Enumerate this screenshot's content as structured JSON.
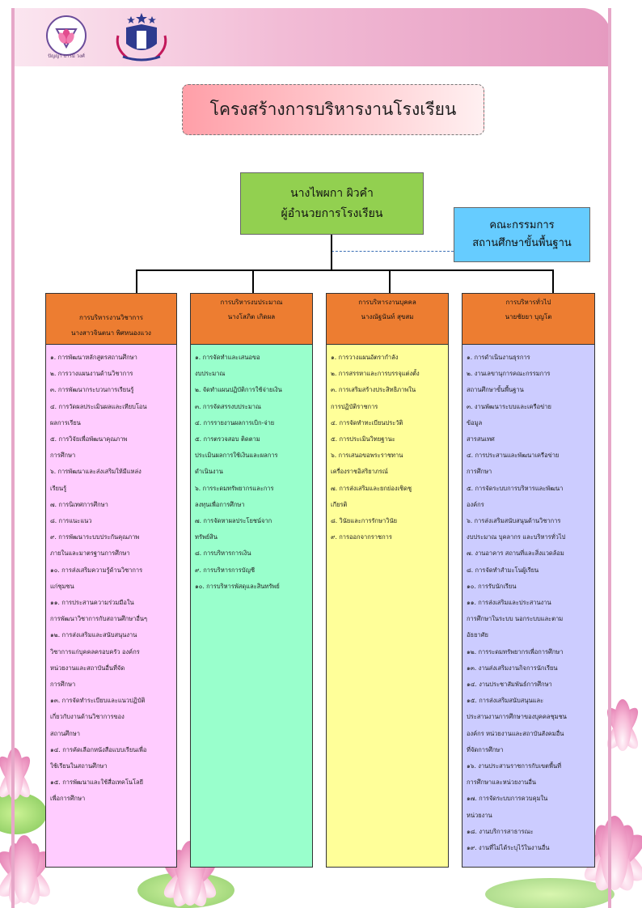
{
  "header": {
    "logo1_caption": "ปัญญา บารมี วงศ์"
  },
  "title": "โครงสร้างการบริหารงานโรงเรียน",
  "director": {
    "name": "นางไพผกา  ผิวคำ",
    "position": "ผู้อำนวยการโรงเรียน"
  },
  "board": {
    "line1": "คณะกรรมการ",
    "line2": "สถานศึกษาขั้นพื้นฐาน"
  },
  "columns": [
    {
      "heading": "การบริหารงานวิชาการ",
      "head": "นางสาวจินตนา พิศหนองแวง",
      "items": [
        "๑. การพัฒนาหลักสูตรสถานศึกษา",
        "๒. การวางแผนงานด้านวิชาการ",
        "๓. การพัฒนากระบวนการเรียนรู้",
        "๔. การวัดผลประเมินผลและเทียบโอน",
        "ผลการเรียน",
        "๕. การวิจัยเพื่อพัฒนาคุณภาพ",
        "การศึกษา",
        "๖. การพัฒนาและส่งเสริมให้มีแหล่ง",
        "เรียนรู้",
        "๗. การนิเทศการศึกษา",
        "๘. การแนะแนว",
        "๙. การพัฒนาระบบประกันคุณภาพ",
        "ภายในและมาตรฐานการศึกษา",
        "๑๐. การส่งเสริมความรู้ด้านวิชาการ",
        "แก่ชุมชน",
        "๑๑. การประสานความร่วมมือใน",
        "การพัฒนาวิชาการกับสถานศึกษาอื่นๆ",
        "๑๒. การส่งเสริมและสนับสนุนงาน",
        "วิชาการแก่บุคคลครอบครัว องค์กร",
        "หน่วยงานและสถาบันอื่นที่จัด",
        "การศึกษา",
        "๑๓. การจัดทำระเบียบและแนวปฏิบัติ",
        "เกี่ยวกับงานด้านวิชาการของ",
        "สถานศึกษา",
        "๑๔. การคัดเลือกหนังสือแบบเรียนเพื่อ",
        "ใช้เรียนในสถานศึกษา",
        "๑๕. การพัฒนาและใช้สื่อเทคโนโลยี",
        "เพื่อการศึกษา"
      ]
    },
    {
      "heading": "การบริหารงบประมาณ",
      "head": "นางโสภิต เกิดผล",
      "items": [
        "๑. การจัดทำและเสนอขอ",
        "งบประมาณ",
        "๒. จัดทำแผนปฏิบัติการใช้จ่ายเงิน",
        "๓. การจัดสรรงบประมาณ",
        "๔. การรายงานผลการเบิก-จ่าย",
        "๕. การตรวจสอบ ติดตาม",
        "ประเมินผลการใช้เงินและผลการ",
        "ดำเนินงาน",
        "๖. การระดมทรัพยากรและการ",
        "ลงทุนเพื่อการศึกษา",
        "๗. การจัดหาผลประโยชน์จาก",
        "ทรัพย์สิน",
        "๘. การบริหารการเงิน",
        "๙. การบริหารการบัญชี",
        "๑๐. การบริหารพัสดุและสินทรัพย์"
      ]
    },
    {
      "heading": "การบริหารงานบุคคล",
      "head": "นางณัฐนันท์ สุขสม",
      "items": [
        "๑. การวางแผนอัตรากำลัง",
        "๒. การสรรหาและการบรรจุแต่งตั้ง",
        "๓. การเสริมสร้างประสิทธิภาพใน",
        "การปฏิบัติราชการ",
        "๔. การจัดทำทะเบียนประวัติ",
        "๕. การประเมินวิทยฐานะ",
        "๖. การเสนอขอพระราชทาน",
        "เครื่องราชอิสริยาภรณ์",
        "๗. การส่งเสริมและยกย่องเชิดชู",
        "เกียรติ",
        "๘. วินัยและการรักษาวินัย",
        "๙. การออกจากราชการ"
      ]
    },
    {
      "heading": "การบริหารทั่วไป",
      "head": "นายชัยยา บุญโต",
      "items": [
        "๑. การดำเนินงานธุรการ",
        "๒. งานเลขานุการคณะกรรมการ",
        "สถานศึกษาขั้นพื้นฐาน",
        "๓. งานพัฒนาระบบและเครือข่าย",
        "ข้อมูล",
        "สารสนเทศ",
        "๔. การประสานและพัฒนาเครือข่าย",
        "การศึกษา",
        "๕. การจัดระบบการบริหารและพัฒนา",
        "องค์กร",
        "๖. การส่งเสริมสนับสนุนด้านวิชาการ",
        "งบประมาณ บุคลากร และบริหารทั่วไป",
        "๗. งานอาคาร สถานที่และสิ่งแวดล้อม",
        "๘. การจัดทำสำมะโนผู้เรียน",
        "๑๐. การรับนักเรียน",
        "๑๑. การส่งเสริมและประสานงาน",
        "การศึกษาในระบบ นอกระบบและตาม",
        "อัธยาศัย",
        "๑๒. การระดมทรัพยากรเพื่อการศึกษา",
        "๑๓. งานส่งเสริมงานกิจการนักเรียน",
        "๑๔. งานประชาสัมพันธ์การศึกษา",
        "๑๕. การส่งเสริมสนับสนุนและ",
        "ประสานงานการศึกษาของบุคคลชุมชน",
        "องค์กร หน่วยงานและสถาบันสังคมอื่น",
        "ที่จัดการศึกษา",
        "๑๖. งานประสานราชการกับเขตพื้นที่",
        "การศึกษาและหน่วยงานอื่น",
        "๑๗. การจัดระบบการควบคุมใน",
        "หน่วยงาน",
        "๑๘. งานบริการสาธารณะ",
        "๑๙. งานที่ไม่ได้ระบุไว้ในงานอื่น"
      ]
    }
  ]
}
